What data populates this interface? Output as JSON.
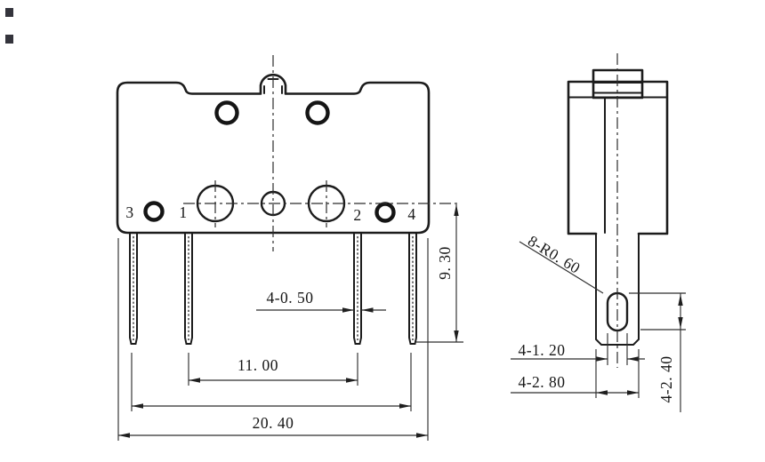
{
  "page": {
    "background": "#ffffff",
    "line_color": "#1c1c1c"
  },
  "front_view": {
    "pin_labels": [
      "3",
      "1",
      "2",
      "4"
    ]
  },
  "dimensions": {
    "pin_length": "9. 30",
    "terminal_thickness": "4-0. 50",
    "pin_pitch_inner": "11. 00",
    "overall_width": "20. 40",
    "slot_radius_note": "8-R0. 60",
    "slot_width": "4-1. 20",
    "terminal_width": "4-2. 80",
    "slot_length": "4-2. 40"
  }
}
